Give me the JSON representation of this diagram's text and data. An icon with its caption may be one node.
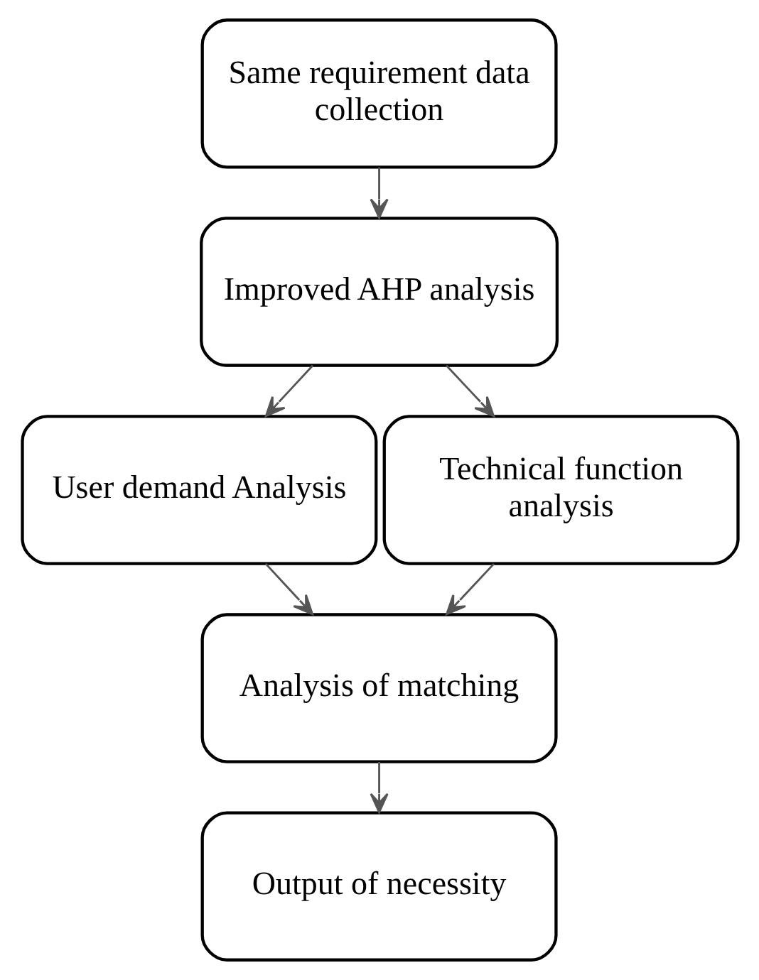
{
  "diagram": {
    "nodes": [
      {
        "text": [
          "Same requirement data collection"
        ]
      },
      {
        "text": [
          "Improved AHP analysis"
        ]
      },
      {
        "text": [
          "User demand Analysis"
        ]
      },
      {
        "text": [
          "Technical function analysis"
        ]
      },
      {
        "text": [
          "Analysis of matching"
        ]
      },
      {
        "text": [
          "Output of necessity"
        ]
      }
    ],
    "edges": [
      {
        "from": 0,
        "to": 1,
        "arrow": "to"
      },
      {
        "from": 1,
        "to": 2,
        "arrow": "to"
      },
      {
        "from": 1,
        "to": 3,
        "arrow": "to"
      },
      {
        "from": 2,
        "to": 4,
        "arrow": "to"
      },
      {
        "from": 3,
        "to": 4,
        "arrow": "to"
      },
      {
        "from": 4,
        "to": 5,
        "arrow": "to"
      }
    ]
  }
}
